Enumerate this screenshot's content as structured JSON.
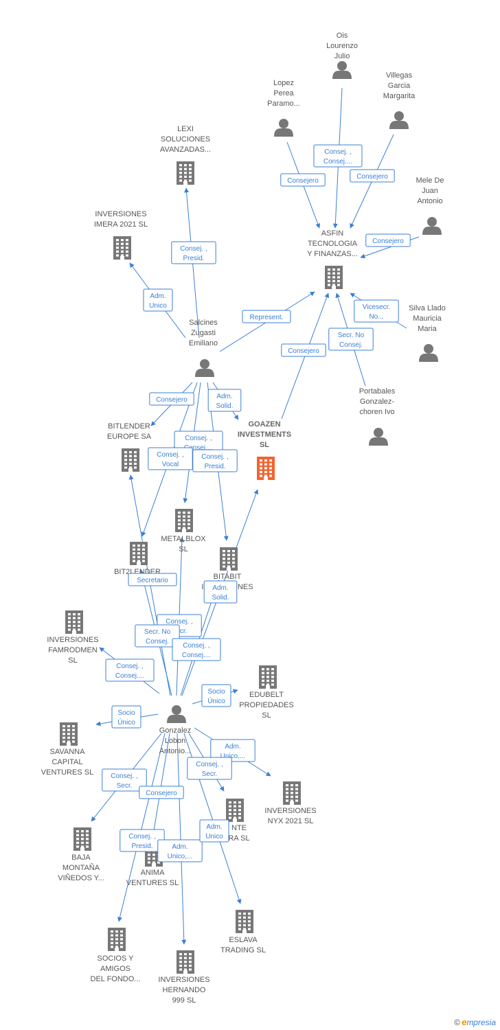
{
  "colors": {
    "edge": "#3a7fd5",
    "person_icon": "#777777",
    "company_icon": "#777777",
    "focus_company_icon": "#f26430",
    "label": "#555555"
  },
  "nodes": [
    {
      "id": "ois",
      "type": "person",
      "lines": [
        "Ois",
        "Lourenzo",
        "Julio"
      ]
    },
    {
      "id": "villegas",
      "type": "person",
      "lines": [
        "Villegas",
        "Garcia",
        "Margarita"
      ]
    },
    {
      "id": "lopez",
      "type": "person",
      "lines": [
        "Lopez",
        "Perea",
        "Paramo..."
      ]
    },
    {
      "id": "mele",
      "type": "person",
      "lines": [
        "Mele De",
        "Juan",
        "Antonio"
      ]
    },
    {
      "id": "asfin",
      "type": "company",
      "lines": [
        "ASFIN",
        "TECNOLOGIA",
        "Y FINANZAS..."
      ]
    },
    {
      "id": "lexi",
      "type": "company",
      "lines": [
        "LEXI",
        "SOLUCIONES",
        "AVANZADAS..."
      ]
    },
    {
      "id": "imera",
      "type": "company",
      "lines": [
        "INVERSIONES",
        "IMERA 2021  SL"
      ]
    },
    {
      "id": "salcines",
      "type": "person",
      "lines": [
        "Salcines",
        "Zugasti",
        "Emiliano"
      ]
    },
    {
      "id": "silva",
      "type": "person",
      "lines": [
        "Silva Llado",
        "Mauricia",
        "Maria"
      ]
    },
    {
      "id": "portabales",
      "type": "person",
      "lines": [
        "Portabales",
        "Gonzalez-",
        "choren Ivo"
      ]
    },
    {
      "id": "goazen",
      "type": "company",
      "focus": true,
      "lines": [
        "GOAZEN",
        "INVESTMENTS",
        "SL"
      ]
    },
    {
      "id": "bitlender",
      "type": "company",
      "lines": [
        "BITLENDER",
        "EUROPE SA"
      ]
    },
    {
      "id": "metalblox",
      "type": "company",
      "lines": [
        "METALBLOX",
        "SL"
      ]
    },
    {
      "id": "bit2lender",
      "type": "company",
      "lines": [
        "BIT2LENDER"
      ]
    },
    {
      "id": "bitabit",
      "type": "company",
      "lines": [
        "BITABIT",
        "INVERSIONES"
      ]
    },
    {
      "id": "famrodmen",
      "type": "company",
      "lines": [
        "INVERSIONES",
        "FAMRODMEN",
        "SL"
      ]
    },
    {
      "id": "edubelt",
      "type": "company",
      "lines": [
        "EDUBELT",
        "PROPIEDADES",
        "SL"
      ]
    },
    {
      "id": "gonzalez",
      "type": "person",
      "lines": [
        "Gonzalez",
        "Lobon",
        "Antonio..."
      ]
    },
    {
      "id": "savanna",
      "type": "company",
      "lines": [
        "SAVANNA",
        "CAPITAL",
        "VENTURES  SL"
      ]
    },
    {
      "id": "nyx",
      "type": "company",
      "lines": [
        "INVERSIONES",
        "NYX 2021  SL"
      ]
    },
    {
      "id": "ante",
      "type": "company",
      "lines": [
        "NTE",
        "RA  SL"
      ]
    },
    {
      "id": "baja",
      "type": "company",
      "lines": [
        "BAJA",
        "MONTAÑA",
        "VIÑEDOS Y..."
      ]
    },
    {
      "id": "anima",
      "type": "company",
      "lines": [
        "ANIMA",
        "VENTURES  SL"
      ]
    },
    {
      "id": "eslava",
      "type": "company",
      "lines": [
        "ESLAVA",
        "TRADING  SL"
      ]
    },
    {
      "id": "socios",
      "type": "company",
      "lines": [
        "SOCIOS Y",
        "AMIGOS",
        "DEL FONDO..."
      ]
    },
    {
      "id": "hernando",
      "type": "company",
      "lines": [
        "INVERSIONES",
        "HERNANDO",
        "999  SL"
      ]
    }
  ],
  "edges": [
    {
      "from": "ois",
      "to": "asfin",
      "label": [
        "Consej. ,",
        "Consej...."
      ]
    },
    {
      "from": "lopez",
      "to": "asfin",
      "label": [
        "Consejero"
      ]
    },
    {
      "from": "villegas",
      "to": "asfin",
      "label": [
        "Consejero"
      ]
    },
    {
      "from": "mele",
      "to": "asfin",
      "label": [
        "Consejero"
      ]
    },
    {
      "from": "silva",
      "to": "asfin",
      "label": [
        "Vicesecr.",
        "No..."
      ]
    },
    {
      "from": "portabales",
      "to": "asfin",
      "label": [
        "Secr.  No",
        "Consej."
      ]
    },
    {
      "from": "salcines",
      "to": "asfin",
      "label": [
        "Represent."
      ]
    },
    {
      "from": "salcines",
      "to": "lexi",
      "label": [
        "Consej. ,",
        "Presid."
      ]
    },
    {
      "from": "salcines",
      "to": "imera",
      "label": [
        "Adm.",
        "Unico"
      ]
    },
    {
      "from": "salcines",
      "to": "bitlender",
      "label": [
        "Consejero"
      ]
    },
    {
      "from": "salcines",
      "to": "goazen",
      "label": [
        "Adm.",
        "Solid."
      ]
    },
    {
      "from": "salcines",
      "to": "metalblox",
      "label": [
        "Consej. ,",
        "Consej...."
      ]
    },
    {
      "from": "salcines",
      "to": "bit2lender",
      "label": [
        "Consej. ,",
        "Vocal"
      ]
    },
    {
      "from": "salcines",
      "to": "bitabit",
      "label": [
        "Consej. ,",
        "Presid."
      ]
    },
    {
      "from": "goazen",
      "to": "asfin",
      "label": [
        "Consejero"
      ]
    },
    {
      "from": "gonzalez",
      "to": "bitlender",
      "label": [
        "Secretario"
      ]
    },
    {
      "from": "gonzalez",
      "to": "goazen",
      "label": [
        "Adm.",
        "Solid."
      ]
    },
    {
      "from": "gonzalez",
      "to": "metalblox",
      "label": [
        "Consej. ,",
        "Secr."
      ]
    },
    {
      "from": "gonzalez",
      "to": "bit2lender",
      "label": [
        "Secr.  No",
        "Consej."
      ]
    },
    {
      "from": "gonzalez",
      "to": "bitabit",
      "label": [
        "Consej. ,",
        "Consej...."
      ]
    },
    {
      "from": "gonzalez",
      "to": "famrodmen",
      "label": [
        "Consej. ,",
        "Consej...."
      ]
    },
    {
      "from": "gonzalez",
      "to": "edubelt",
      "label": [
        "Socio",
        "Único"
      ]
    },
    {
      "from": "gonzalez",
      "to": "savanna",
      "label": [
        "Socio",
        "Único"
      ]
    },
    {
      "from": "gonzalez",
      "to": "nyx",
      "label": [
        "Adm.",
        "Unico,..."
      ]
    },
    {
      "from": "gonzalez",
      "to": "ante",
      "label": [
        "Consej. ,",
        "Secr."
      ]
    },
    {
      "from": "gonzalez",
      "to": "baja",
      "label": [
        "Consej. ,",
        "Secr."
      ]
    },
    {
      "from": "gonzalez",
      "to": "anima",
      "label": [
        "Consejero"
      ]
    },
    {
      "from": "gonzalez",
      "to": "socios",
      "label": [
        "Consej. ,",
        "Presid."
      ]
    },
    {
      "from": "gonzalez",
      "to": "hernando",
      "label": [
        "Adm.",
        "Unico,..."
      ]
    },
    {
      "from": "gonzalez",
      "to": "eslava",
      "label": [
        "Adm.",
        "Unico"
      ]
    }
  ],
  "footer": {
    "copyright": "©",
    "brand_initial": "e",
    "brand_rest": "mpresia"
  }
}
